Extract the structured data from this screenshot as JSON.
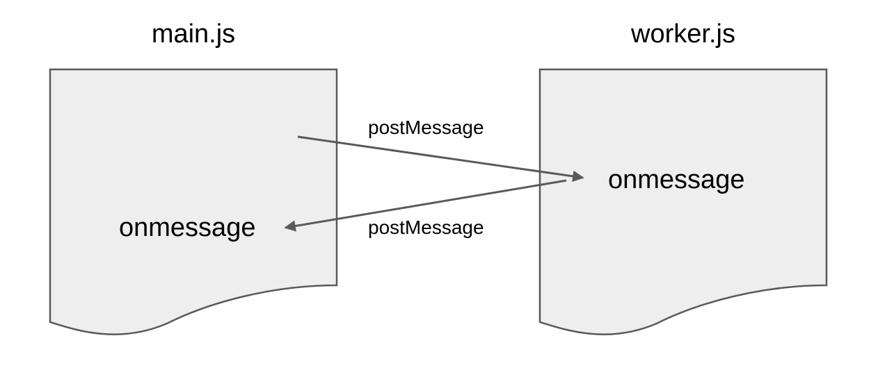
{
  "documents": {
    "main": {
      "title": "main.js",
      "handler": "onmessage"
    },
    "worker": {
      "title": "worker.js",
      "handler": "onmessage"
    }
  },
  "arrows": {
    "to_worker": "postMessage",
    "to_main": "postMessage"
  },
  "colors": {
    "doc_fill": "#eeeeee",
    "doc_stroke": "#595959",
    "arrow": "#595959",
    "text": "#000000"
  }
}
